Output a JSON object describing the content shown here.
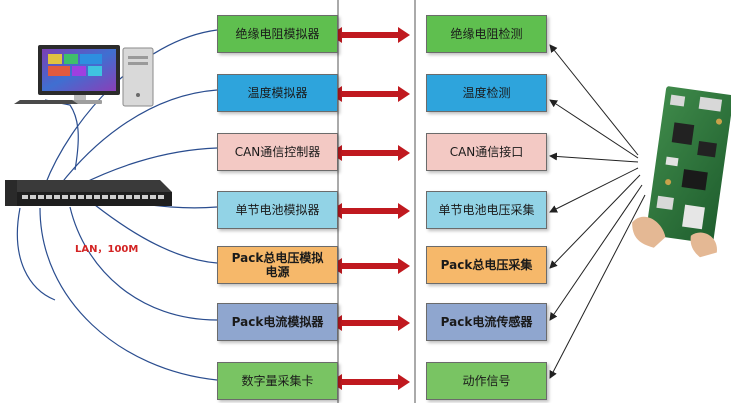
{
  "left_boxes": [
    {
      "label": "绝缘电阻模拟器",
      "color": "#5fbf4f"
    },
    {
      "label": "温度模拟器",
      "color": "#2ea4dc"
    },
    {
      "label": "CAN通信控制器",
      "color": "#f3c9c4"
    },
    {
      "label": "单节电池模拟器",
      "color": "#92d3e6"
    },
    {
      "label": "Pack总电压模拟电源",
      "color": "#f6b86a"
    },
    {
      "label": "Pack电流模拟器",
      "color": "#8fa6cf"
    },
    {
      "label": "数字量采集卡",
      "color": "#79c463"
    }
  ],
  "right_boxes": [
    {
      "label": "绝缘电阻检测",
      "color": "#5fbf4f"
    },
    {
      "label": "温度检测",
      "color": "#2ea4dc"
    },
    {
      "label": "CAN通信接口",
      "color": "#f3c9c4"
    },
    {
      "label": "单节电池电压采集",
      "color": "#92d3e6"
    },
    {
      "label": "Pack总电压采集",
      "color": "#f6b86a"
    },
    {
      "label": "Pack电流传感器",
      "color": "#8fa6cf"
    },
    {
      "label": "动作信号",
      "color": "#79c463"
    }
  ],
  "network_label": "LAN，100M",
  "colors": {
    "arrow": "#c0191f",
    "cable": "#2a4d8f",
    "pointer_arrow": "#222222"
  },
  "icons": [
    "desktop-computer-icon",
    "network-switch-icon",
    "bms-circuit-board-icon"
  ]
}
